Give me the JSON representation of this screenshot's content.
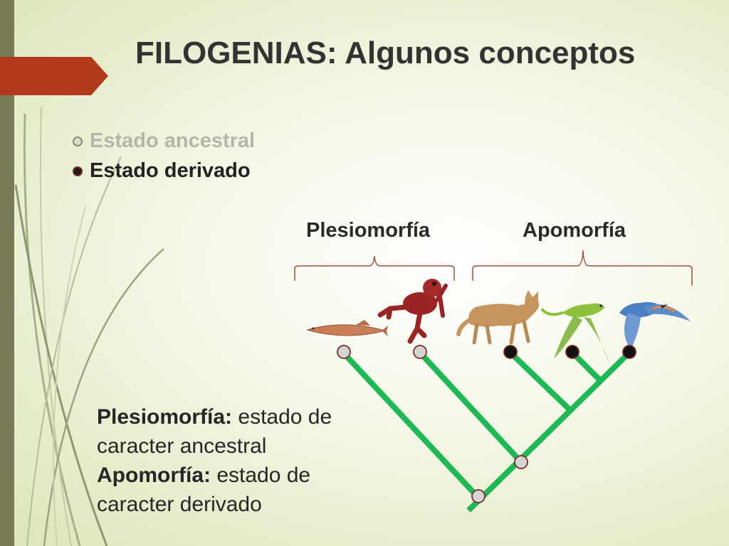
{
  "slide": {
    "title": "FILOGENIAS: Algunos conceptos"
  },
  "legend": {
    "ancestral": "Estado ancestral",
    "derived": "Estado derivado"
  },
  "groups": {
    "plesiomorphy": "Plesiomorfía",
    "apomorphy": "Apomorfía"
  },
  "definitions": {
    "line1_term": "Plesiomorfía:",
    "line1_rest": " estado de",
    "line2": "caracter ancestral",
    "line3_term": "Apomorfía:",
    "line3_rest": " estado de",
    "line4": "caracter derivado"
  },
  "colors": {
    "branch": "#1db954",
    "ancestral_node": "#d4d4d4",
    "derived_node": "#111111",
    "node_outline": "#7a2a20",
    "bracket": "#a0503c",
    "accent_tab": "#b23a1c"
  },
  "tree": {
    "taxa": [
      {
        "icon": "fish-icon",
        "state": "ancestral"
      },
      {
        "icon": "frog-icon",
        "state": "ancestral"
      },
      {
        "icon": "wolf-icon",
        "state": "derived"
      },
      {
        "icon": "lizard-icon",
        "state": "derived"
      },
      {
        "icon": "bird-icon",
        "state": "derived"
      }
    ],
    "internal_nodes": [
      {
        "state": "ancestral"
      },
      {
        "state": "ancestral"
      }
    ]
  }
}
